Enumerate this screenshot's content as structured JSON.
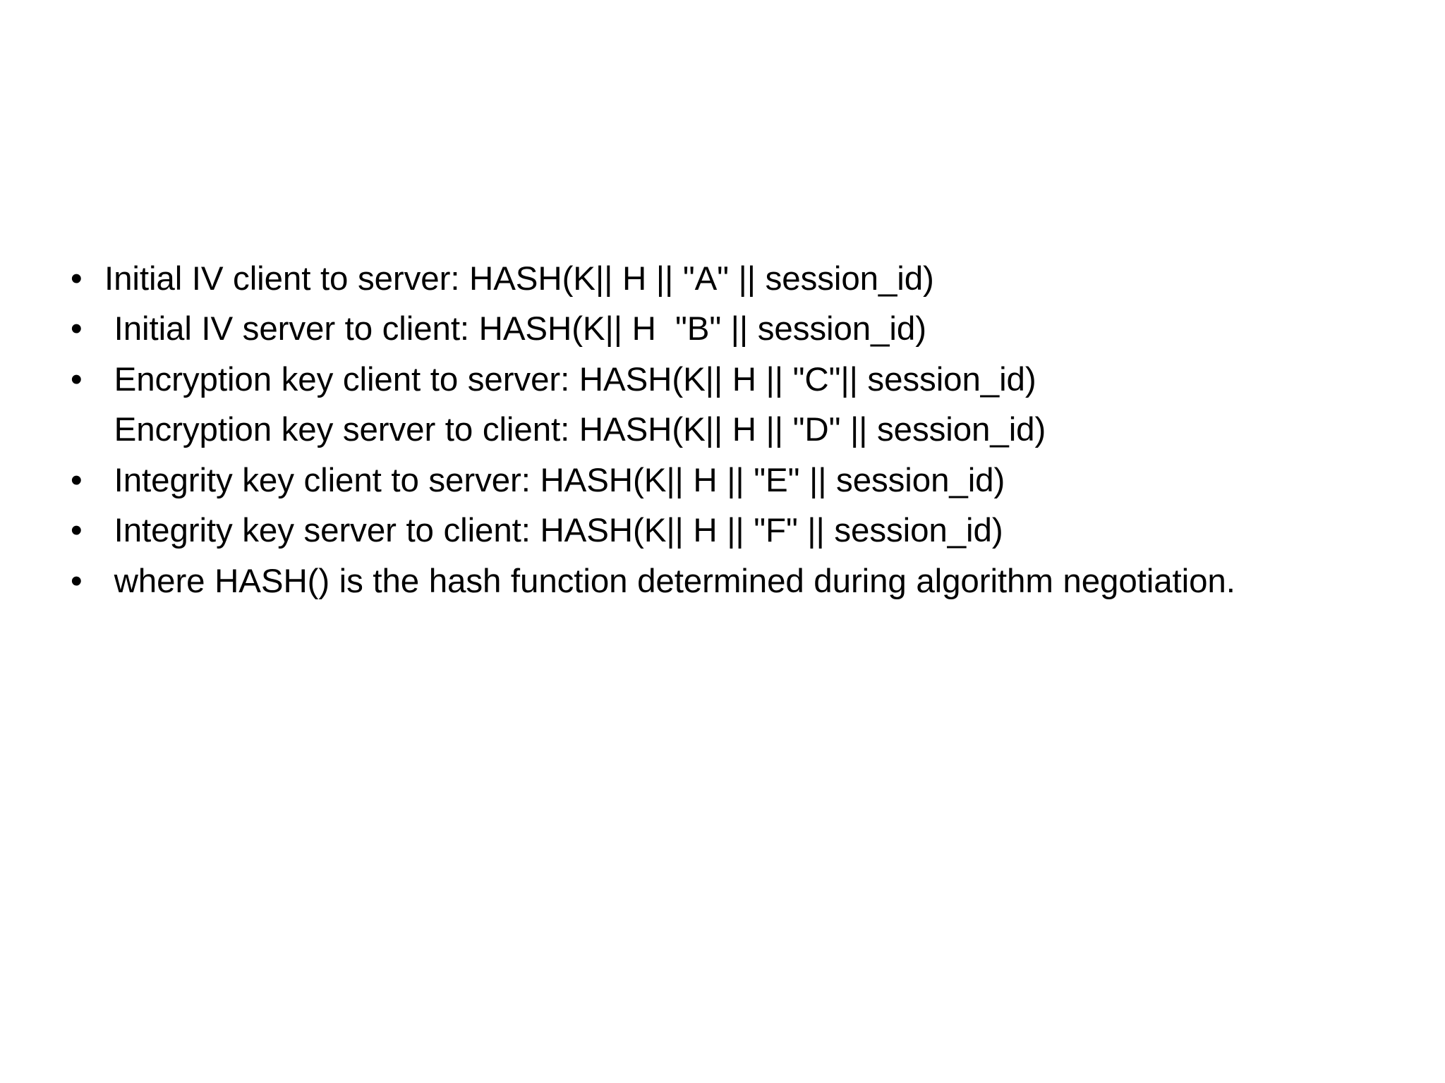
{
  "slide": {
    "background_color": "#ffffff",
    "text_color": "#000000",
    "bullet_glyph": "•",
    "body": {
      "items": [
        {
          "marker": "•",
          "has_marker": true,
          "text": "Initial IV client to server: HASH(K|| H || \"A\" || session_id)"
        },
        {
          "marker": "•",
          "has_marker": true,
          "text": " Initial IV server to client: HASH(K|| H  \"B\" || session_id)"
        },
        {
          "marker": "•",
          "has_marker": true,
          "text": " Encryption key client to server: HASH(K|| H || \"C\"|| session_id)"
        },
        {
          "marker": "•",
          "has_marker": false,
          "text": " Encryption key server to client: HASH(K|| H || \"D\" || session_id)"
        },
        {
          "marker": "•",
          "has_marker": true,
          "text": " Integrity key client to server: HASH(K|| H || \"E\" || session_id)"
        },
        {
          "marker": "•",
          "has_marker": true,
          "text": " Integrity key server to client: HASH(K|| H || \"F\" || session_id)"
        },
        {
          "marker": "•",
          "has_marker": true,
          "text": " where HASH() is the hash function determined during algorithm negotiation."
        }
      ]
    }
  }
}
